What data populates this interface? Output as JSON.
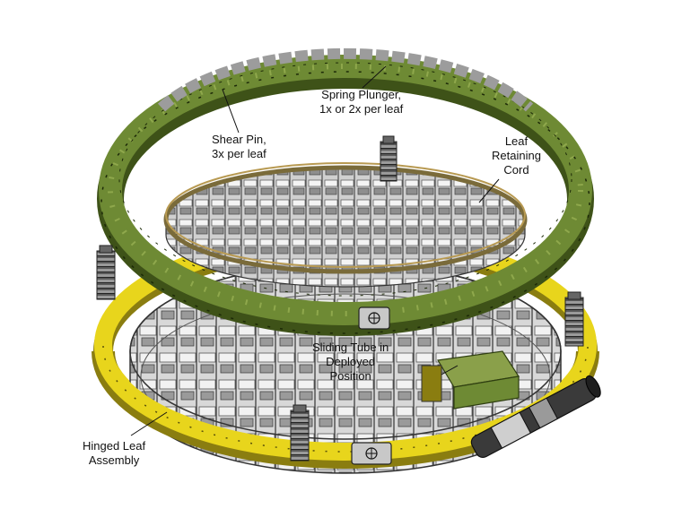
{
  "figure": {
    "callouts": [
      {
        "id": "spring-plunger",
        "lines": [
          "Spring Plunger,",
          "1x or 2x per leaf"
        ]
      },
      {
        "id": "shear-pin",
        "lines": [
          "Shear Pin,",
          "3x per leaf"
        ]
      },
      {
        "id": "leaf-retaining-cord",
        "lines": [
          "Leaf",
          "Retaining",
          "Cord"
        ]
      },
      {
        "id": "sliding-tube",
        "lines": [
          "Sliding Tube in",
          "Deployed",
          "Position"
        ]
      },
      {
        "id": "hinged-leaf",
        "lines": [
          "Hinged Leaf",
          "Assembly"
        ]
      }
    ]
  },
  "colors": {
    "upper_ring": "#6e8a34",
    "upper_ring_light": "#8fa84c",
    "upper_ring_dark": "#3e5218",
    "lower_ring": "#e8d51c",
    "lower_ring_dark": "#8a7d10",
    "leaf_gray": "#d4d4d4",
    "spring": "#4a4a4a"
  }
}
